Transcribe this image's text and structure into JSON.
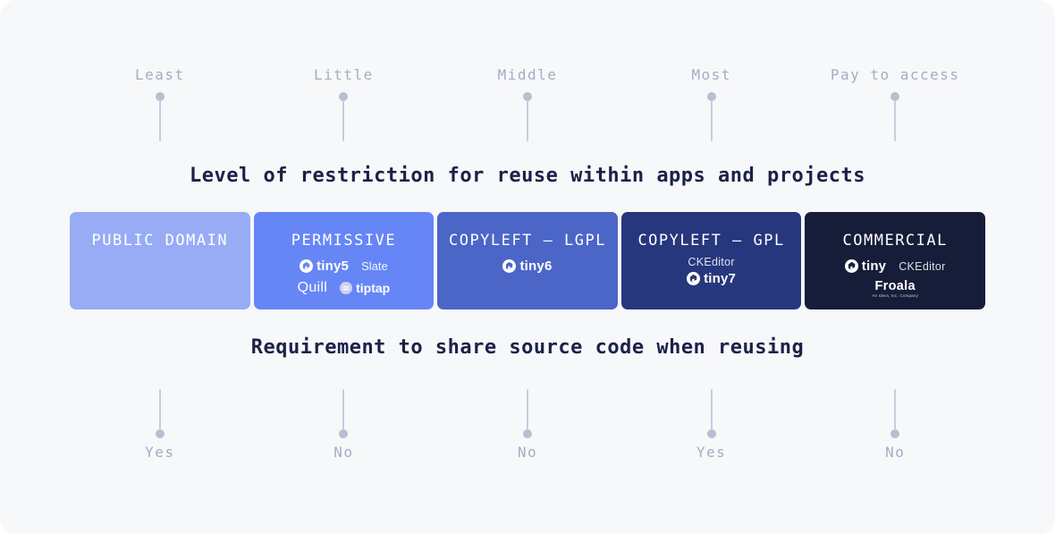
{
  "panel_bg": "#f7f8fa",
  "top_axis": {
    "labels": [
      "Least",
      "Little",
      "Middle",
      "Most",
      "Pay to access"
    ]
  },
  "headings": {
    "restriction": "Level of restriction for reuse within apps and projects",
    "source_share": "Requirement to share source code when reusing"
  },
  "cards": [
    {
      "title": "PUBLIC DOMAIN",
      "bg": "#98acf5"
    },
    {
      "title": "PERMISSIVE",
      "bg": "#6686f6",
      "logos": {
        "tiny5": "tiny5",
        "slate": "Slate",
        "quill": "Quill",
        "tiptap": "tiptap"
      }
    },
    {
      "title": "COPYLEFT – LGPL",
      "bg": "#4b66c7",
      "logos": {
        "tiny6": "tiny6"
      }
    },
    {
      "title": "COPYLEFT – GPL",
      "bg": "#27377d",
      "logos": {
        "ckeditor": "CKEditor",
        "tiny7": "tiny7"
      }
    },
    {
      "title": "COMMERCIAL",
      "bg": "#161d39",
      "logos": {
        "tiny": "tiny",
        "ckeditor": "CKEditor",
        "froala": "Froala",
        "froala_tagline": "An Idera, Inc. Company"
      }
    }
  ],
  "bottom_axis": {
    "labels": [
      "Yes",
      "No",
      "No",
      "Yes",
      "No"
    ]
  }
}
